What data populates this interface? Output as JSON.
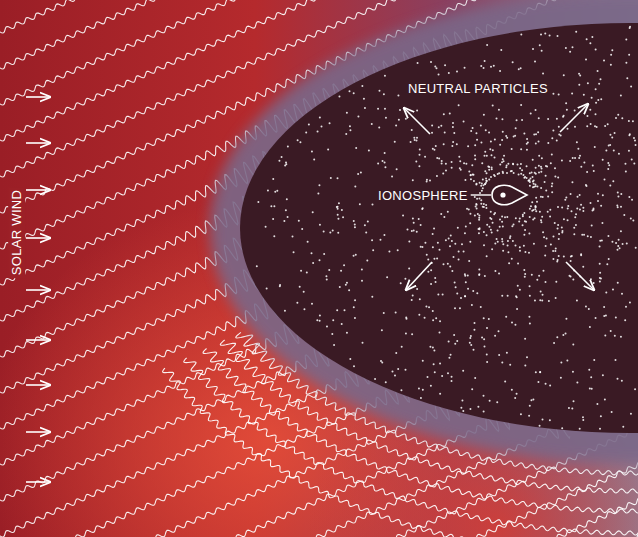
{
  "diagram": {
    "labels": [
      "SOLAR WIND",
      "NEUTRAL PARTICLES",
      "IONOSPHERE"
    ]
  }
}
